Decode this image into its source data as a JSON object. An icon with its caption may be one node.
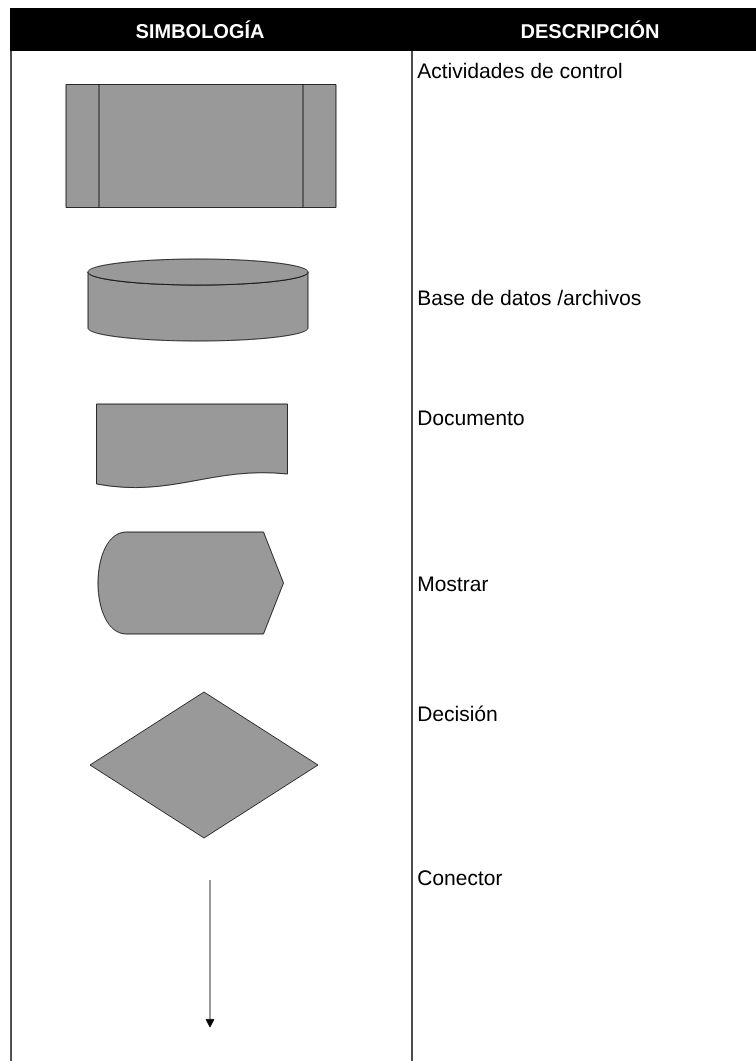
{
  "diagram": {
    "nodes": [
      {
        "text": [],
        "shape": "box"
      },
      {
        "text": [],
        "shape": "cylinder"
      },
      {
        "text": [],
        "shape": "document"
      },
      {
        "text": [],
        "shape": "display"
      },
      {
        "text": [],
        "shape": "diamond"
      }
    ],
    "labels": [
      "SIMBOLOGÍA",
      "DESCRIPCIÓN",
      "Actividades de control",
      "Base de datos /archivos",
      "Documento",
      "Mostrar",
      "Decisión",
      "Conector"
    ]
  }
}
